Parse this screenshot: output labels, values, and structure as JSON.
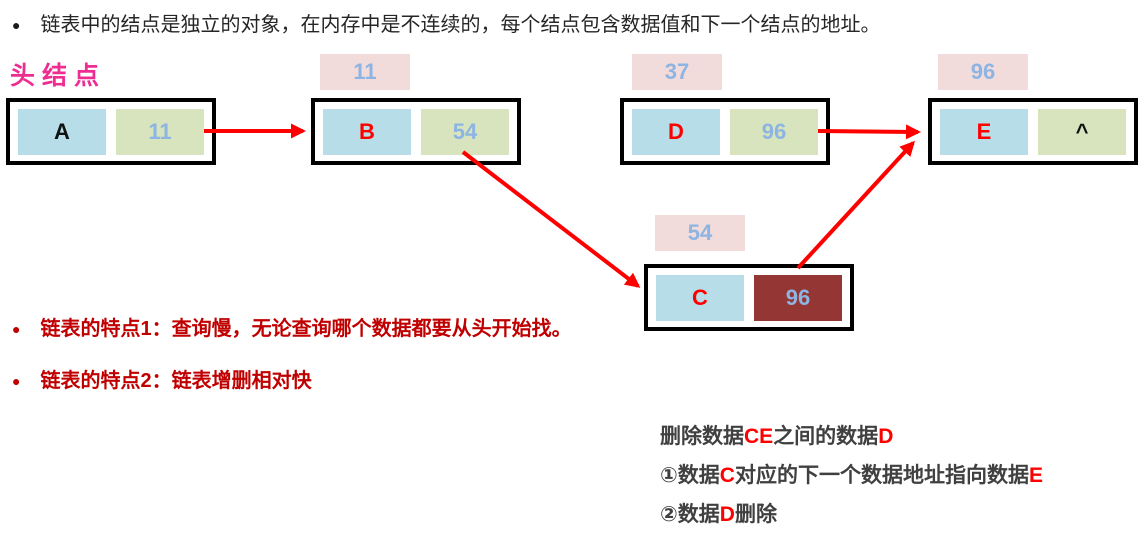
{
  "intro": {
    "bullet": "●",
    "text": "链表中的结点是独立的对象，在内存中是不连续的，每个结点包含数据值和下一个结点的地址。"
  },
  "head_label": "头结点",
  "nodes": {
    "a": {
      "data": "A",
      "pointer": "11"
    },
    "b": {
      "data": "B",
      "pointer": "54",
      "address": "11"
    },
    "d": {
      "data": "D",
      "pointer": "96",
      "address": "37"
    },
    "e": {
      "data": "E",
      "pointer": "^",
      "address": "96"
    },
    "c": {
      "data": "C",
      "pointer": "96",
      "address": "54"
    }
  },
  "connections": [
    {
      "from": "A",
      "to": "B"
    },
    {
      "from": "B",
      "to": "C"
    },
    {
      "from": "D",
      "to": "E"
    },
    {
      "from": "C",
      "to": "E"
    }
  ],
  "features": [
    {
      "bullet": "●",
      "text": "链表的特点1：查询慢，无论查询哪个数据都要从头开始找。"
    },
    {
      "bullet": "●",
      "text": "链表的特点2：链表增删相对快"
    }
  ],
  "delete_note": {
    "line1": {
      "g0": "删除数据",
      "r0": "CE",
      "g1": "之间的数据",
      "r1": "D"
    },
    "line2": {
      "g0": "①数据",
      "r0": "C",
      "g1": "对应的下一个数据地址指向数据",
      "r1": "E"
    },
    "line3": {
      "g0": "②数据",
      "r0": "D",
      "g1": "删除"
    }
  },
  "colors": {
    "cell_blue": "#B7DEE8",
    "cell_green": "#D7E4BD",
    "cell_maroon": "#943634",
    "address_pink": "#F2DCDB",
    "number_blue": "#8DB4E2",
    "arrow_red": "#FF0000",
    "feature_red": "#C00000",
    "head_label_pink": "#EE2D93",
    "note_gray": "#404040"
  }
}
